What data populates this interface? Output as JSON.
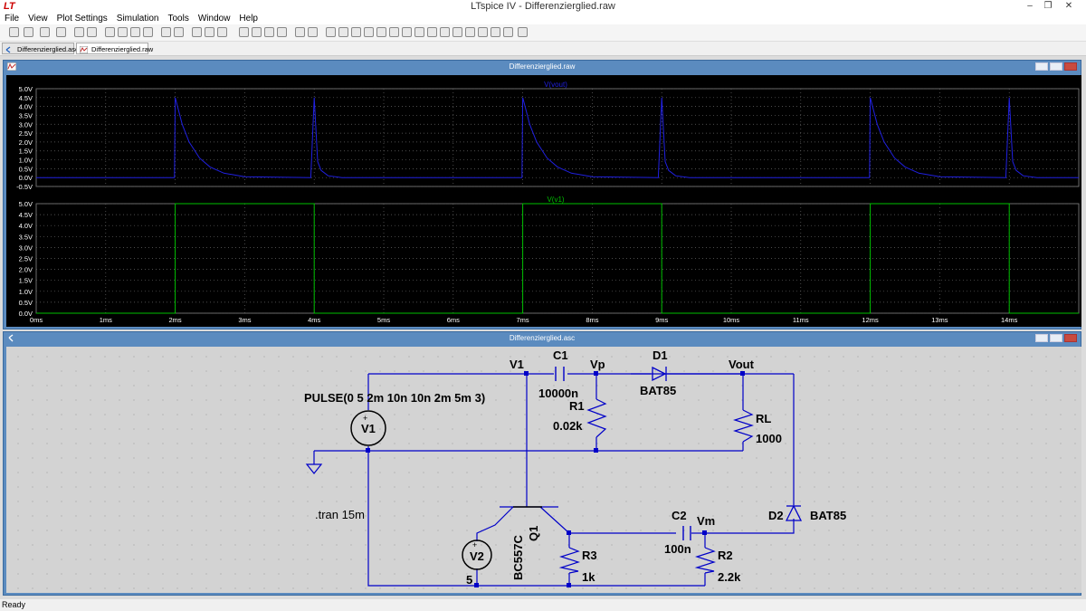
{
  "window": {
    "title": "LTspice IV - Differenzierglied.raw"
  },
  "menu": [
    "File",
    "View",
    "Plot Settings",
    "Simulation",
    "Tools",
    "Window",
    "Help"
  ],
  "tabs": [
    {
      "label": "Differenzierglied.asc",
      "active": false
    },
    {
      "label": "Differenzierglied.raw",
      "active": true
    }
  ],
  "plot_window": {
    "title": "Differenzierglied.raw"
  },
  "schematic_window": {
    "title": "Differenzierglied.asc"
  },
  "status": "Ready",
  "chart_data": [
    {
      "type": "line",
      "title": "V(vout)",
      "color": "#2020e0",
      "x_unit": "ms",
      "xlim": [
        0,
        15
      ],
      "ylim": [
        -0.5,
        5.0
      ],
      "yticks": [
        "5.0V",
        "4.5V",
        "4.0V",
        "3.5V",
        "3.0V",
        "2.5V",
        "2.0V",
        "1.5V",
        "1.0V",
        "0.5V",
        "0.0V",
        "-0.5V"
      ],
      "series": [
        {
          "x": [
            0,
            1.99,
            2.0,
            2.1,
            2.2,
            2.35,
            2.5,
            2.7,
            3.0,
            3.95,
            4.0,
            4.05,
            4.1,
            4.2,
            4.4,
            6.99,
            7.0,
            7.1,
            7.2,
            7.35,
            7.5,
            7.7,
            8.0,
            8.95,
            9.0,
            9.05,
            9.1,
            9.2,
            9.4,
            11.99,
            12.0,
            12.1,
            12.2,
            12.35,
            12.5,
            12.7,
            13.0,
            13.95,
            14.0,
            14.05,
            14.1,
            14.2,
            14.4,
            15.0
          ],
          "y": [
            0,
            0,
            4.5,
            3.0,
            2.0,
            1.1,
            0.6,
            0.25,
            0.05,
            0,
            4.5,
            0.9,
            0.4,
            0.1,
            0,
            0,
            4.5,
            3.0,
            2.0,
            1.1,
            0.6,
            0.25,
            0.05,
            0,
            4.5,
            0.9,
            0.4,
            0.1,
            0,
            0,
            4.5,
            3.0,
            2.0,
            1.1,
            0.6,
            0.25,
            0.05,
            0,
            4.5,
            0.9,
            0.4,
            0.1,
            0,
            0
          ]
        }
      ]
    },
    {
      "type": "line",
      "title": "V(v1)",
      "color": "#00c000",
      "x_unit": "ms",
      "xlim": [
        0,
        15
      ],
      "ylim": [
        0,
        5.0
      ],
      "xticks": [
        "0ms",
        "1ms",
        "2ms",
        "3ms",
        "4ms",
        "5ms",
        "6ms",
        "7ms",
        "8ms",
        "9ms",
        "10ms",
        "11ms",
        "12ms",
        "13ms",
        "14ms"
      ],
      "yticks": [
        "5.0V",
        "4.5V",
        "4.0V",
        "3.5V",
        "3.0V",
        "2.5V",
        "2.0V",
        "1.5V",
        "1.0V",
        "0.5V",
        "0.0V"
      ],
      "series": [
        {
          "x": [
            0,
            2,
            2,
            4,
            4,
            7,
            7,
            9,
            9,
            12,
            12,
            14,
            14,
            15
          ],
          "y": [
            0,
            0,
            5,
            5,
            0,
            0,
            5,
            5,
            0,
            0,
            5,
            5,
            0,
            0
          ]
        }
      ]
    }
  ],
  "schematic": {
    "labels": {
      "v1_net": "V1",
      "vp": "Vp",
      "vout": "Vout",
      "vm": "Vm",
      "c1": "C1",
      "c1_val": "10000n",
      "d1": "D1",
      "d1_model": "BAT85",
      "r1": "R1",
      "r1_val": "0.02k",
      "rl": "RL",
      "rl_val": "1000",
      "pulse": "PULSE(0 5 2m 10n 10n 2m 5m 3)",
      "v1_src": "V1",
      "tran": ".tran 15m",
      "c2": "C2",
      "c2_val": "100n",
      "d2": "D2",
      "d2_model": "BAT85",
      "q1": "Q1",
      "q1_model": "BC557C",
      "r3": "R3",
      "r3_val": "1k",
      "r2": "R2",
      "r2_val": "2.2k",
      "v2_src": "V2",
      "v2_val": "5"
    }
  }
}
